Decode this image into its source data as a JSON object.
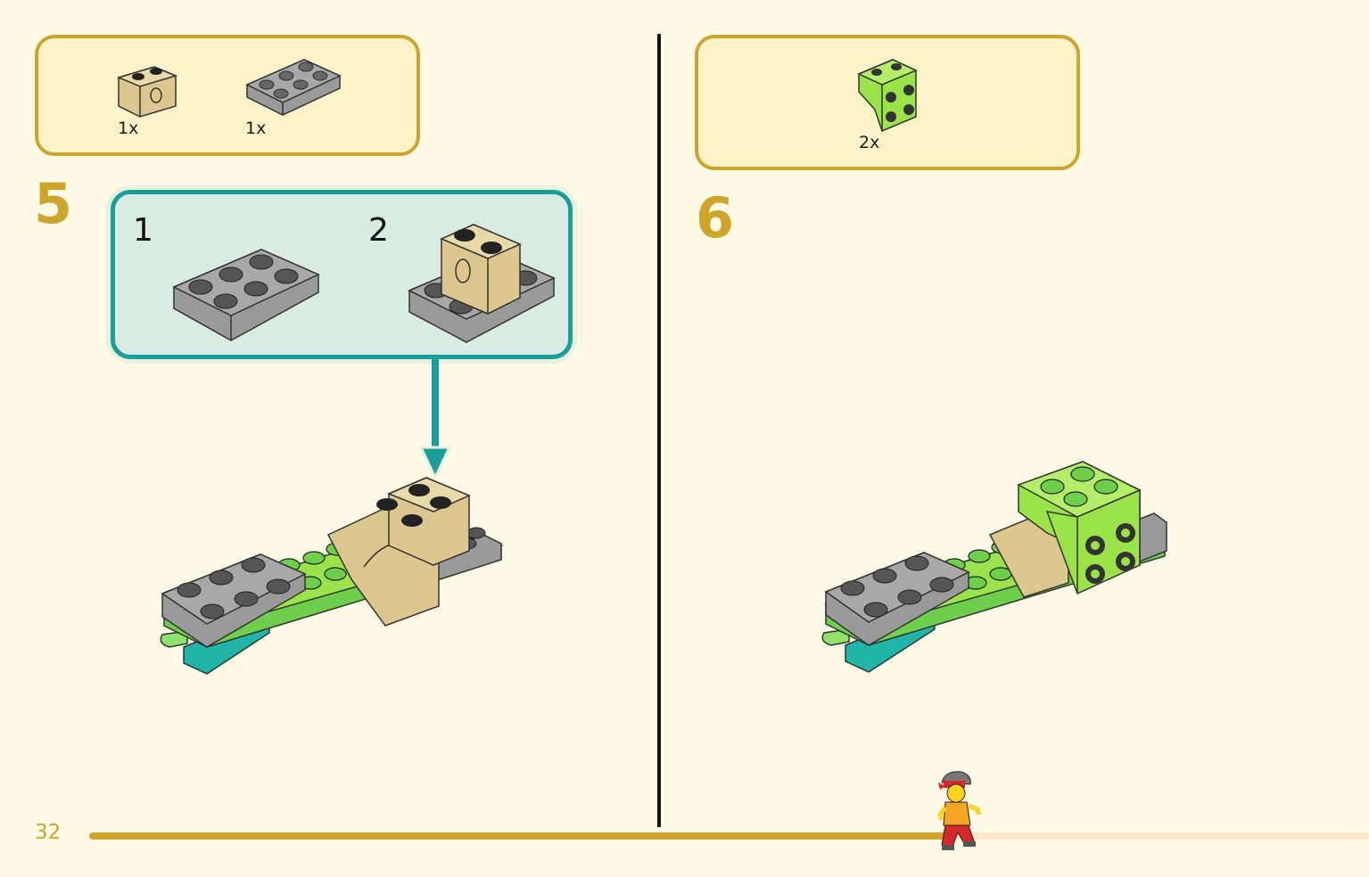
{
  "page_number": "32",
  "progress": 0.7,
  "step5": {
    "number": "5",
    "parts": [
      {
        "name": "tan-brick-1x2-with-hole",
        "qty": "1x"
      },
      {
        "name": "gray-plate-2x3",
        "qty": "1x"
      }
    ],
    "substeps": [
      "1",
      "2"
    ]
  },
  "step6": {
    "number": "6",
    "parts": [
      {
        "name": "lime-bracket-2x2",
        "qty": "2x"
      }
    ]
  },
  "colors": {
    "accent_gold": "#cfa42a",
    "teal": "#1a9e9a",
    "lime": "#9be34a",
    "gray": "#9a9a9a",
    "tan": "#dcc88e"
  }
}
